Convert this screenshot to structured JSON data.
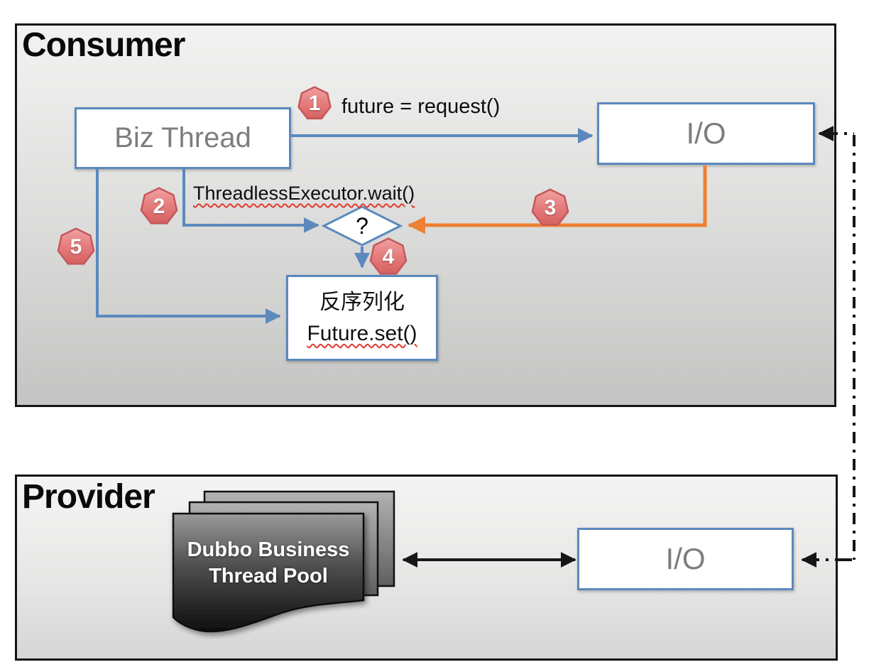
{
  "colors": {
    "accent_blue": "#5b89bd",
    "accent_orange": "#ee8132",
    "badge_red": "#e57c7c",
    "line_black": "#161616",
    "box_text_gray": "#7d7d7d"
  },
  "consumer": {
    "title": "Consumer",
    "biz_thread_label": "Biz Thread",
    "io_label": "I/O",
    "step1_label": "future = request()",
    "step2_label": "ThreadlessExecutor.wait()",
    "decision_label": "?",
    "deserialize_box": {
      "line1": "反序列化",
      "line2": "Future.set()"
    }
  },
  "provider": {
    "title": "Provider",
    "thread_pool": {
      "line1": "Dubbo Business",
      "line2": "Thread Pool"
    },
    "io_label": "I/O"
  },
  "badges": [
    "1",
    "2",
    "3",
    "4",
    "5"
  ]
}
